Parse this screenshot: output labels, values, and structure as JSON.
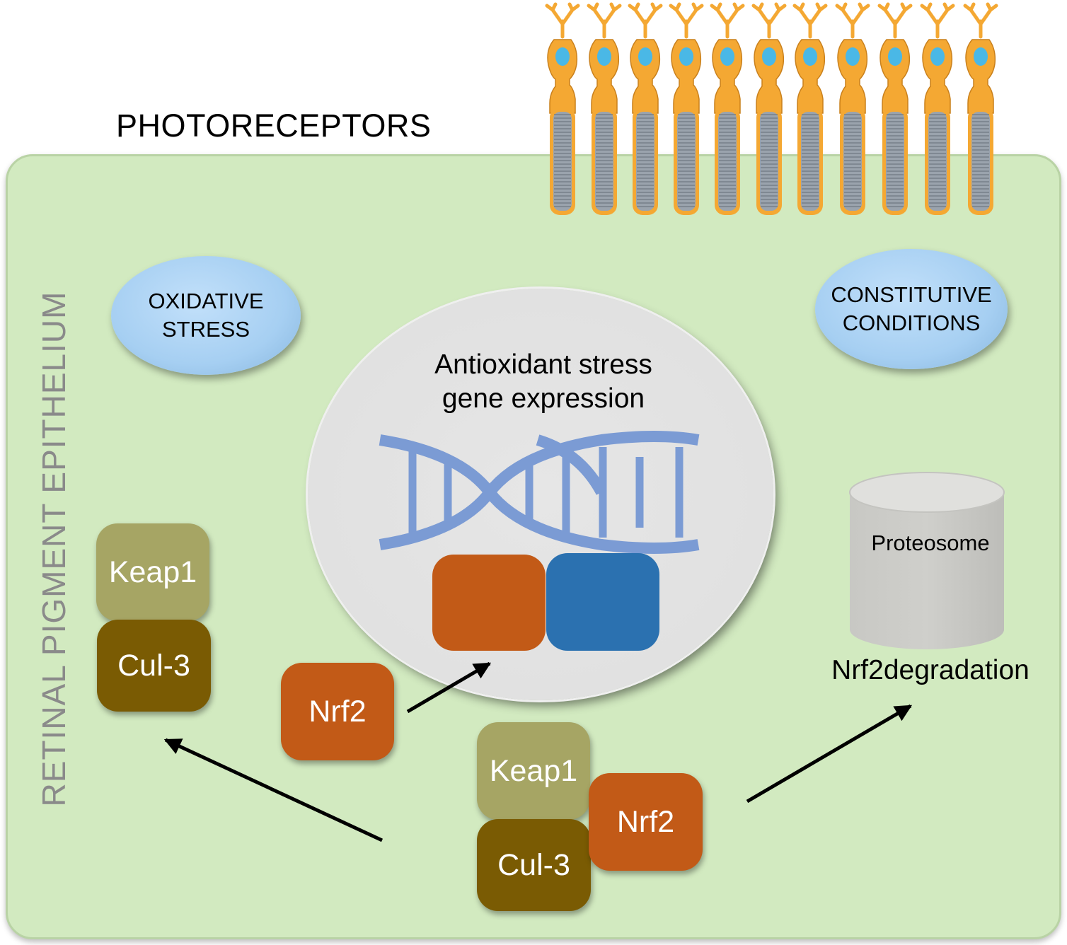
{
  "photoreceptors_label": "PHOTORECEPTORS",
  "rpe_label": "RETINAL PIGMENT EPITHELIUM",
  "oxidative_stress": {
    "line1": "OXIDATIVE",
    "line2": "STRESS"
  },
  "constitutive_conditions": {
    "line1": "CONSTITUTIVE",
    "line2": "CONDITIONS"
  },
  "nucleus": {
    "line1": "Antioxidant stress",
    "line2": "gene expression"
  },
  "proteins": {
    "keap1": "Keap1",
    "cul3": "Cul-3",
    "nrf2": "Nrf2"
  },
  "proteosome_label": "Proteosome",
  "degradation_label": "Nrf2degradation",
  "colors": {
    "cell_fill": "#d2eac0",
    "keap1": "#a6a564",
    "cul3": "#7a5b03",
    "nrf2": "#c25a17",
    "blue_partner": "#2b71b0",
    "dna": "#7b9bd4",
    "photoreceptor_body": "#f4a833",
    "photoreceptor_nucleus": "#4ab8e6",
    "rpe_label": "#8a8a8a"
  },
  "icons": [
    "dna-icon",
    "proteasome-cylinder-icon",
    "photoreceptor-cell-icon"
  ]
}
